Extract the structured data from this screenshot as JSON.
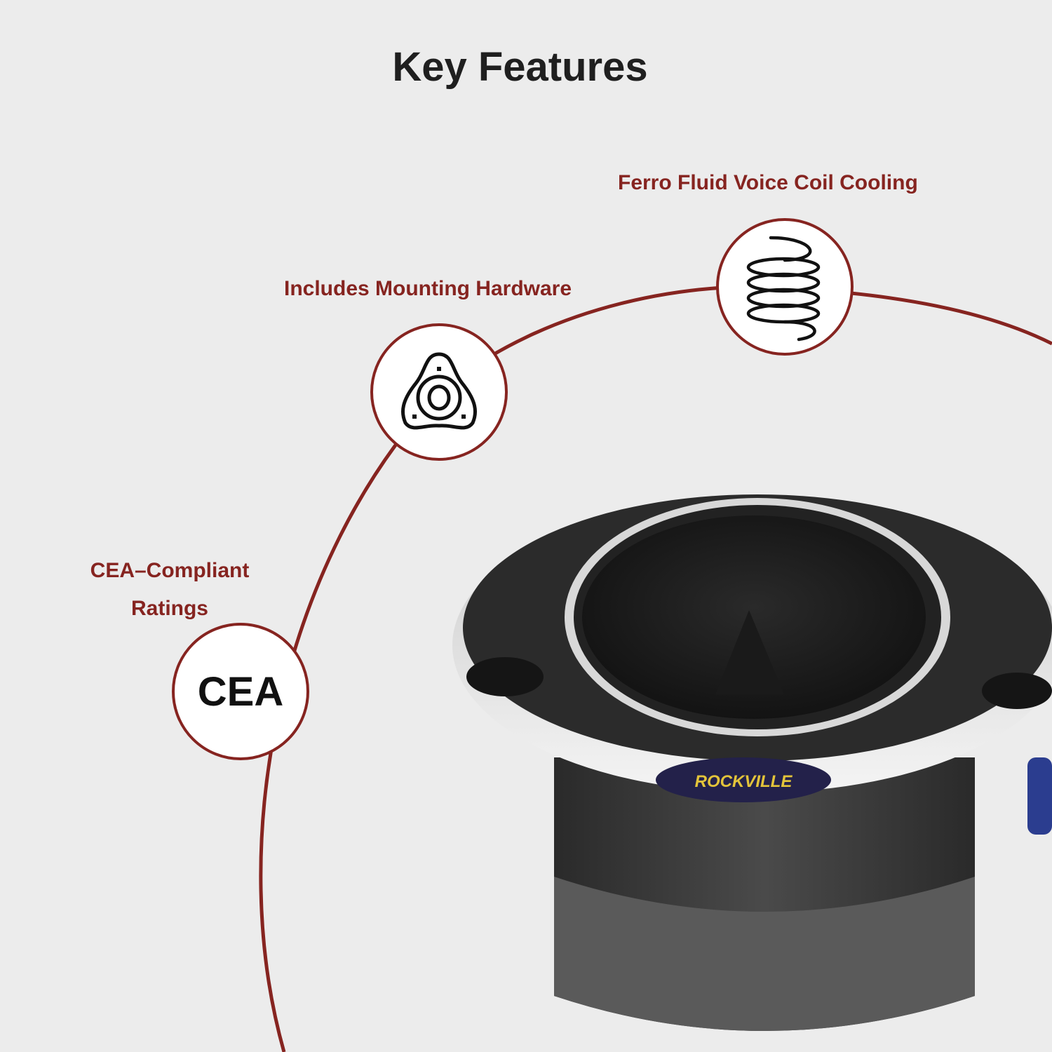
{
  "title": "Key Features",
  "features": [
    {
      "label": "Ferro Fluid Voice Coil Cooling",
      "icon": "coil-spring-icon"
    },
    {
      "label": "Includes Mounting Hardware",
      "icon": "mounting-plate-icon"
    },
    {
      "label_line1": "CEA–Compliant",
      "label_line2": "Ratings",
      "icon_text": "CEA"
    }
  ],
  "product": {
    "brand": "ROCKVILLE"
  },
  "colors": {
    "accent": "#862420",
    "background": "#ececec"
  }
}
